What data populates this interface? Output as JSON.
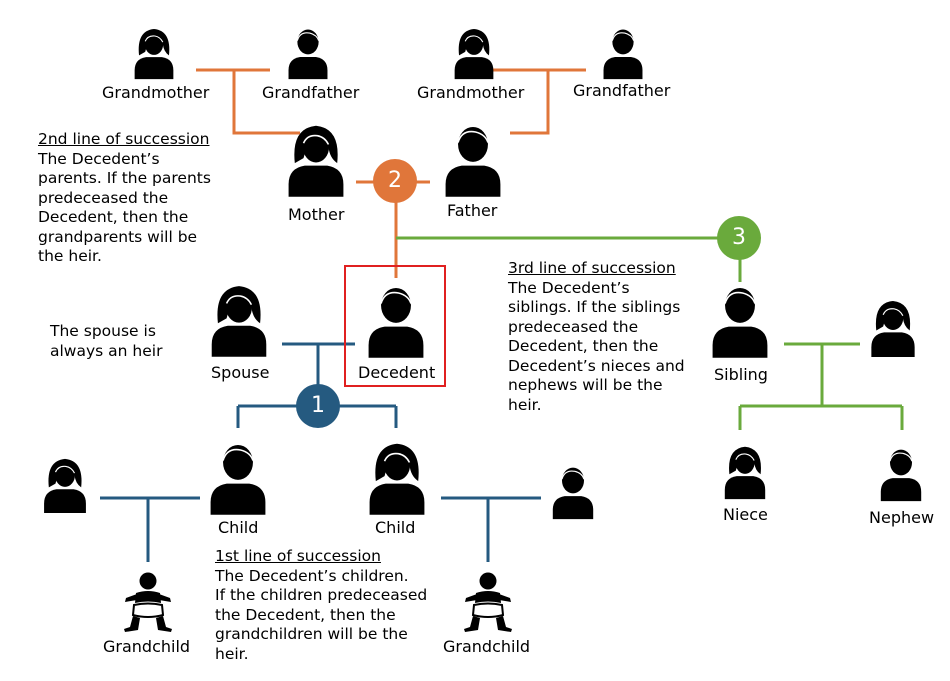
{
  "colors": {
    "line1": "#255a80",
    "line2": "#e0763a",
    "line3": "#6aaa3c",
    "decedent_box": "#e02020",
    "figure": "#000000"
  },
  "labels": {
    "grandmother_left": "Grandmother",
    "grandfather_left": "Grandfather",
    "grandmother_right": "Grandmother",
    "grandfather_right": "Grandfather",
    "mother": "Mother",
    "father": "Father",
    "spouse": "Spouse",
    "decedent": "Decedent",
    "sibling": "Sibling",
    "child_left": "Child",
    "child_right": "Child",
    "niece": "Niece",
    "nephew": "Nephew",
    "grandchild_left": "Grandchild",
    "grandchild_right": "Grandchild"
  },
  "badges": {
    "first": "1",
    "second": "2",
    "third": "3"
  },
  "notes": {
    "second_line": {
      "heading": "2nd line of succession",
      "body": "The Decedent’s\nparents. If the parents\npredeceased the\nDecedent, then the\ngrandparents will be\nthe heir."
    },
    "spouse": {
      "body": "The spouse is\nalways an heir"
    },
    "third_line": {
      "heading": "3rd line of succession",
      "body": "The Decedent’s\nsiblings. If the siblings\npredeceased the\nDecedent, then the\nDecedent’s nieces and\nnephews will be the\nheir."
    },
    "first_line": {
      "heading": "1st line of succession",
      "body": "The Decedent’s children.\nIf the children predeceased\nthe Decedent, then the\ngrandchildren will be the\nheir."
    }
  },
  "icons": {
    "female": "female-person-icon",
    "male": "male-person-icon",
    "baby": "baby-icon"
  }
}
